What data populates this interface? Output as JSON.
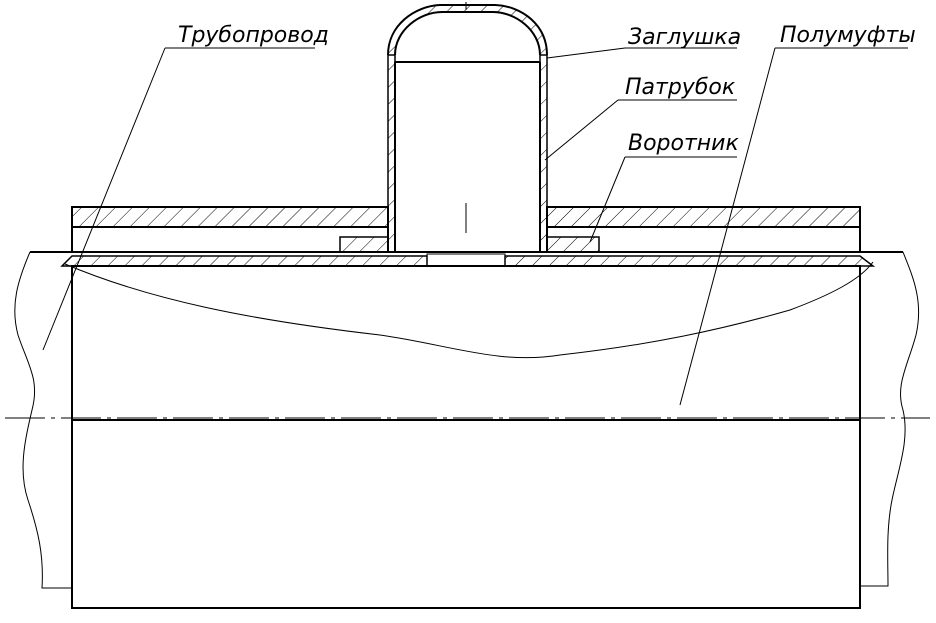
{
  "labels": {
    "pipeline": "Трубопровод",
    "plug": "Заглушка",
    "half_couplings": "Полумуфты",
    "branch_pipe": "Патрубок",
    "collar": "Воротник"
  }
}
